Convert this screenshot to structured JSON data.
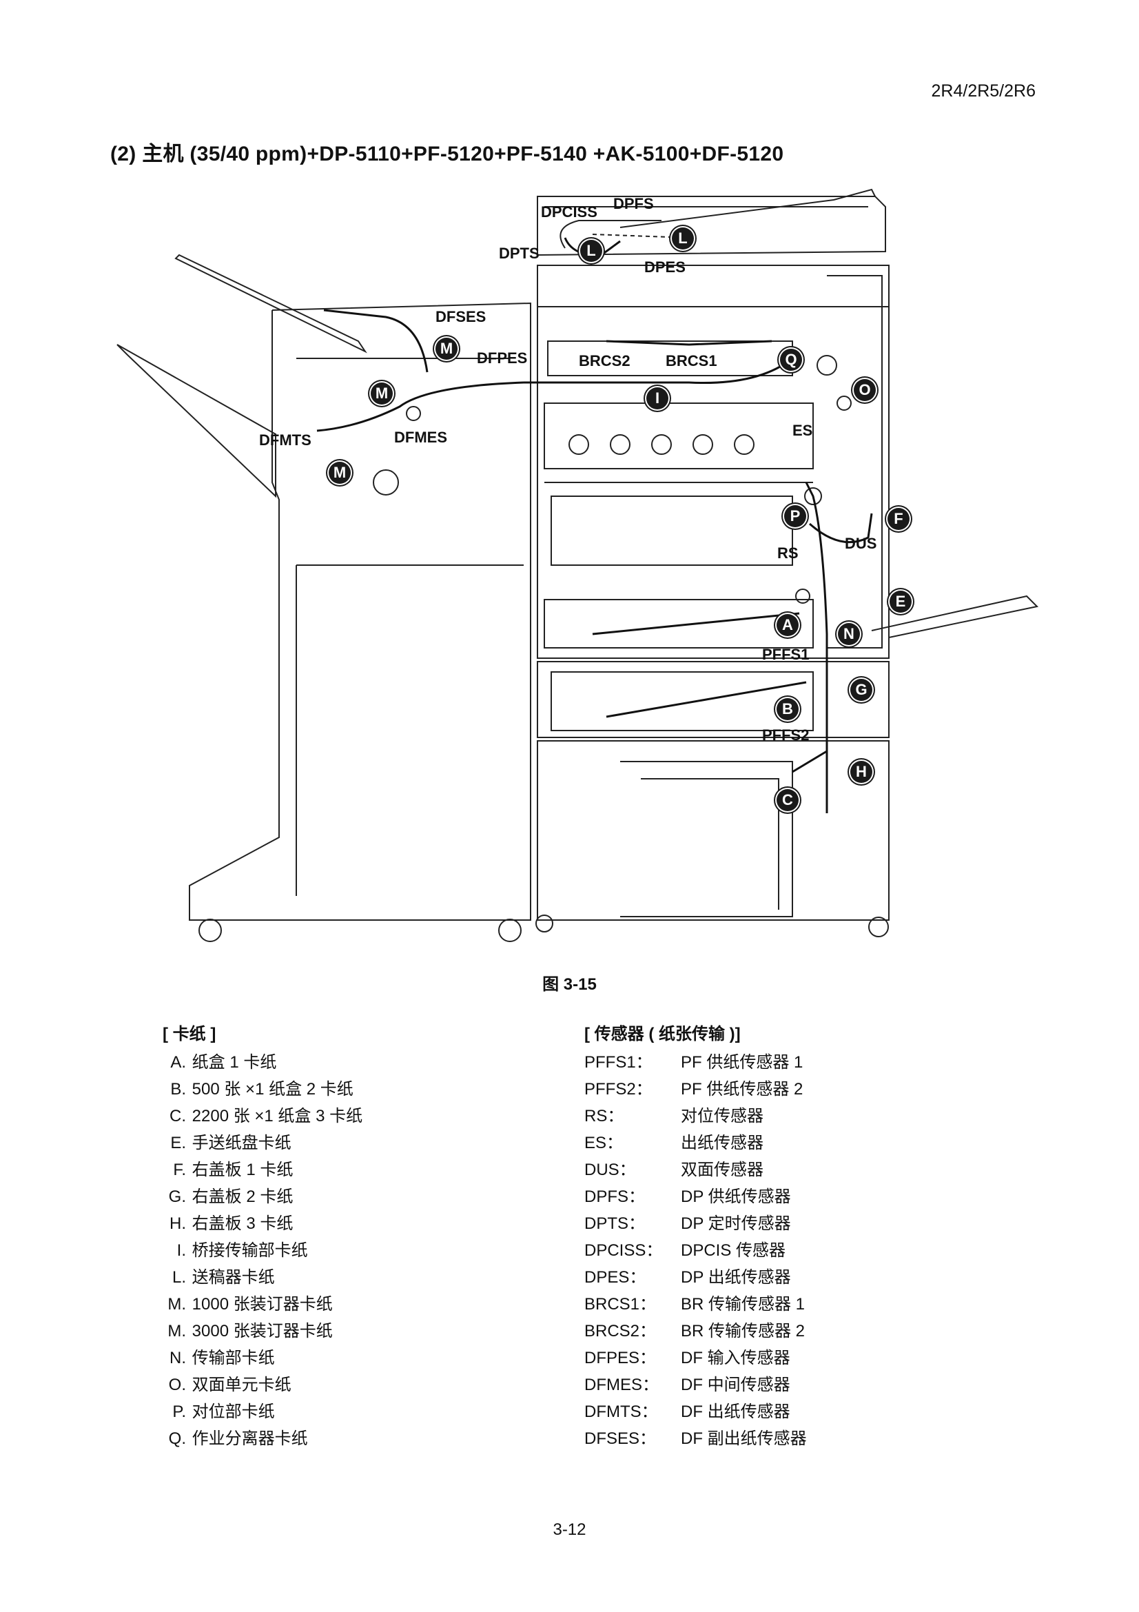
{
  "header": {
    "model_code": "2R4/2R5/2R6"
  },
  "section": {
    "title": "(2) 主机 (35/40 ppm)+DP-5110+PF-5120+PF-5140 +AK-5100+DF-5120"
  },
  "diagram": {
    "sensor_labels": {
      "dpciss": "DPCISS",
      "dpfs": "DPFS",
      "dpts": "DPTS",
      "dpes": "DPES",
      "dfses": "DFSES",
      "dfpes": "DFPES",
      "brcs2": "BRCS2",
      "brcs1": "BRCS1",
      "dfmts": "DFMTS",
      "dfmes": "DFMES",
      "es": "ES",
      "rs": "RS",
      "dus": "DUS",
      "pffs1": "PFFS1",
      "pffs2": "PFFS2"
    },
    "jam_markers": {
      "l1": "L",
      "l2": "L",
      "m1": "M",
      "m2": "M",
      "m3": "M",
      "q": "Q",
      "i": "I",
      "o": "O",
      "p": "P",
      "f": "F",
      "e": "E",
      "a": "A",
      "n": "N",
      "g": "G",
      "b": "B",
      "h": "H",
      "c": "C"
    }
  },
  "figure": {
    "caption": "图 3-15"
  },
  "jams": {
    "heading": "[ 卡纸 ]",
    "items": [
      {
        "code": "A.",
        "text": "纸盒 1 卡纸"
      },
      {
        "code": "B.",
        "text": "500 张 ×1 纸盒 2 卡纸"
      },
      {
        "code": "C.",
        "text": "2200 张 ×1 纸盒 3 卡纸"
      },
      {
        "code": "E.",
        "text": "手送纸盘卡纸"
      },
      {
        "code": "F.",
        "text": "右盖板 1 卡纸"
      },
      {
        "code": "G.",
        "text": "右盖板 2 卡纸"
      },
      {
        "code": "H.",
        "text": "右盖板 3 卡纸"
      },
      {
        "code": "I.",
        "text": "桥接传输部卡纸"
      },
      {
        "code": "L.",
        "text": "送稿器卡纸"
      },
      {
        "code": "M.",
        "text": "1000 张装订器卡纸"
      },
      {
        "code": "M.",
        "text": "3000 张装订器卡纸"
      },
      {
        "code": "N.",
        "text": "传输部卡纸"
      },
      {
        "code": "O.",
        "text": "双面单元卡纸"
      },
      {
        "code": "P.",
        "text": "对位部卡纸"
      },
      {
        "code": "Q.",
        "text": "作业分离器卡纸"
      }
    ]
  },
  "sensors": {
    "heading": "[ 传感器 ( 纸张传输 )]",
    "items": [
      {
        "code": "PFFS1：",
        "name": "PF 供纸传感器 1"
      },
      {
        "code": "PFFS2：",
        "name": "PF 供纸传感器 2"
      },
      {
        "code": "RS：",
        "name": "对位传感器"
      },
      {
        "code": "ES：",
        "name": "出纸传感器"
      },
      {
        "code": "DUS：",
        "name": "双面传感器"
      },
      {
        "code": "DPFS：",
        "name": "DP 供纸传感器"
      },
      {
        "code": "DPTS：",
        "name": "DP 定时传感器"
      },
      {
        "code": "DPCISS：",
        "name": "DPCIS 传感器"
      },
      {
        "code": "DPES：",
        "name": "DP 出纸传感器"
      },
      {
        "code": "BRCS1：",
        "name": "BR 传输传感器 1"
      },
      {
        "code": "BRCS2：",
        "name": "BR 传输传感器 2"
      },
      {
        "code": "DFPES：",
        "name": "DF 输入传感器"
      },
      {
        "code": "DFMES：",
        "name": "DF 中间传感器"
      },
      {
        "code": "DFMTS：",
        "name": "DF 出纸传感器"
      },
      {
        "code": "DFSES：",
        "name": "DF 副出纸传感器"
      }
    ]
  },
  "footer": {
    "page_number": "3-12"
  }
}
